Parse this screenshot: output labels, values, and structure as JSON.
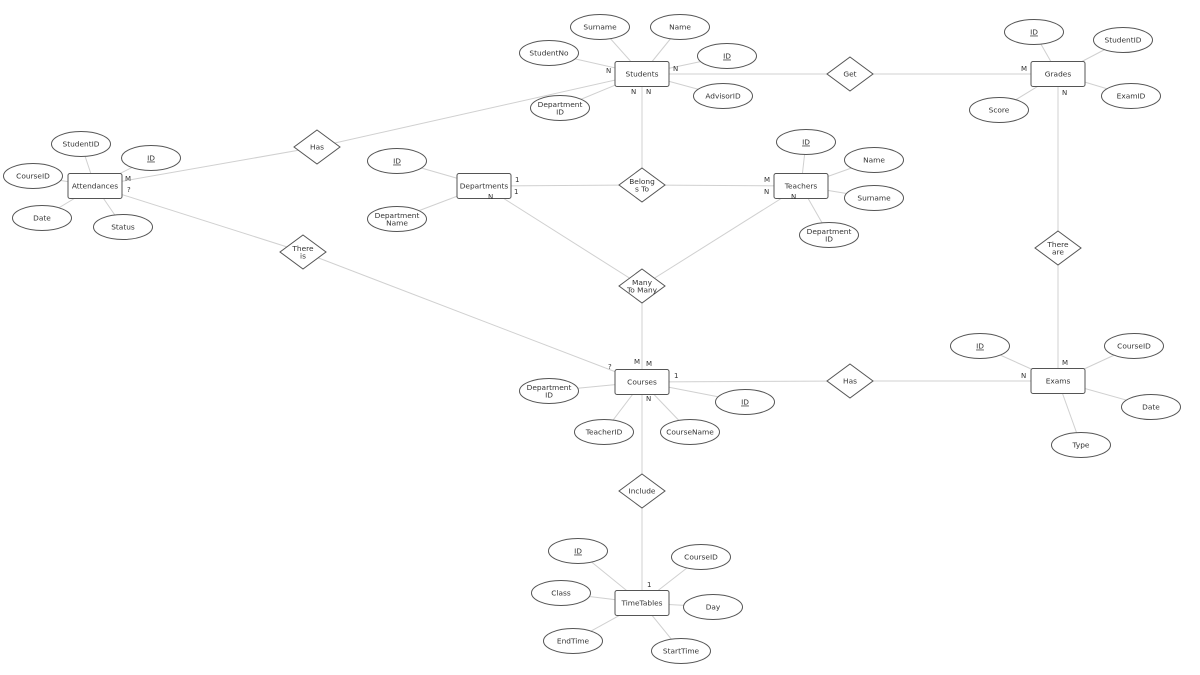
{
  "entities": {
    "students": "Students",
    "grades": "Grades",
    "attendances": "Attendances",
    "departments": "Departments",
    "teachers": "Teachers",
    "courses": "Courses",
    "exams": "Exams",
    "timetables": "TimeTables"
  },
  "relationships": {
    "get": [
      "Get"
    ],
    "has_students": [
      "Has"
    ],
    "there_is": [
      "There",
      "is"
    ],
    "belongs_to": [
      "Belong",
      "s To"
    ],
    "many_to_many": [
      "Many",
      "To Many"
    ],
    "there_are": [
      "There",
      "are"
    ],
    "has_exams": [
      "Has"
    ],
    "include": [
      "Include"
    ]
  },
  "attributes": {
    "students_surname": [
      "Surname"
    ],
    "students_name": [
      "Name"
    ],
    "students_studentno": [
      "StudentNo"
    ],
    "students_id": [
      "ID"
    ],
    "students_department_id": [
      "Department",
      "ID"
    ],
    "students_advisorid": [
      "AdvisorID"
    ],
    "grades_id": [
      "ID"
    ],
    "grades_studentid": [
      "StudentID"
    ],
    "grades_score": [
      "Score"
    ],
    "grades_examid": [
      "ExamID"
    ],
    "att_studentid": [
      "StudentID"
    ],
    "att_id": [
      "ID"
    ],
    "att_courseid": [
      "CourseID"
    ],
    "att_date": [
      "Date"
    ],
    "att_status": [
      "Status"
    ],
    "dept_id": [
      "ID"
    ],
    "dept_name": [
      "Department",
      "Name"
    ],
    "teachers_id": [
      "ID"
    ],
    "teachers_name": [
      "Name"
    ],
    "teachers_surname": [
      "Surname"
    ],
    "teachers_department_id": [
      "Department",
      "ID"
    ],
    "courses_department_id": [
      "Department",
      "ID"
    ],
    "courses_id": [
      "ID"
    ],
    "courses_teacherid": [
      "TeacherID"
    ],
    "courses_coursename": [
      "CourseName"
    ],
    "exams_id": [
      "ID"
    ],
    "exams_courseid": [
      "CourseID"
    ],
    "exams_date": [
      "Date"
    ],
    "exams_type": [
      "Type"
    ],
    "tt_id": [
      "ID"
    ],
    "tt_courseid": [
      "CourseID"
    ],
    "tt_class": [
      "Class"
    ],
    "tt_day": [
      "Day"
    ],
    "tt_endtime": [
      "EndTime"
    ],
    "tt_starttime": [
      "StartTime"
    ]
  },
  "cardinalities": {
    "students_left": "N",
    "students_right": "N",
    "students_bottom_a": "N",
    "students_bottom_b": "N",
    "grades_left": "M",
    "grades_bottom": "N",
    "att_m": "M",
    "att_q": "?",
    "dept_1a": "1",
    "dept_1b": "1",
    "dept_n": "N",
    "teachers_m": "M",
    "teachers_n": "N",
    "teachers_bottom_n": "N",
    "courses_q": "?",
    "courses_m1": "M",
    "courses_m2": "M",
    "courses_1": "1",
    "courses_n": "N",
    "exams_m": "M",
    "exams_n": "N",
    "tt_1": "1"
  }
}
